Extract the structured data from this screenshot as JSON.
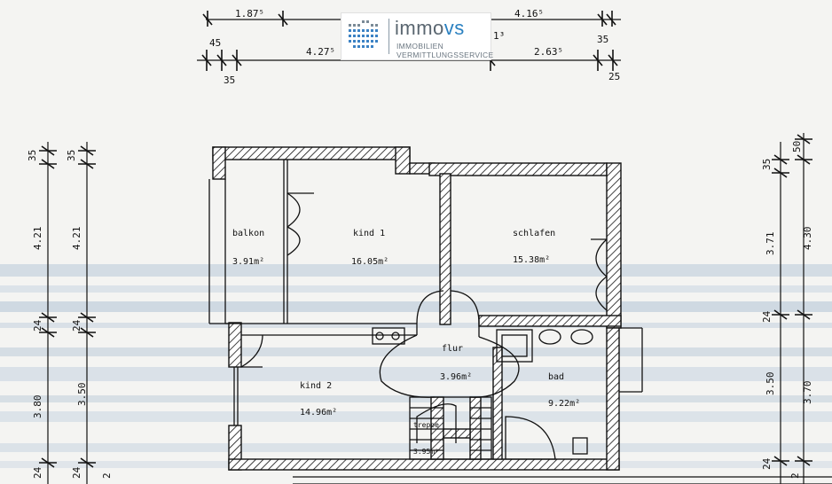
{
  "logo": {
    "name_part1": "immo",
    "name_part2": "vs",
    "line1": "IMMOBILIEN",
    "line2": "VERMITTLUNGSSERVICE",
    "brand_color": "#2a80c0",
    "text_color": "#5a6670"
  },
  "top_dims": {
    "row1": [
      "1.87⁵",
      "4.16⁵"
    ],
    "row2": [
      "45",
      "4.27⁵",
      "1³",
      "35",
      "2.63⁵"
    ],
    "row3": [
      "35",
      "25"
    ]
  },
  "left_dims": {
    "outer": [
      "35",
      "4.21",
      "24",
      "3.80",
      "24"
    ],
    "inner": [
      "35",
      "4.21",
      "24",
      "3.50",
      "24",
      "2"
    ]
  },
  "right_dims": {
    "inner": [
      "35",
      "3.71",
      "24",
      "3.50",
      "24",
      "2"
    ],
    "outer": [
      "50",
      "4.30",
      "3.70"
    ]
  },
  "rooms": [
    {
      "name": "balkon",
      "area": "3.91m²"
    },
    {
      "name": "kind 1",
      "area": "16.05m²"
    },
    {
      "name": "schlafen",
      "area": "15.38m²"
    },
    {
      "name": "flur",
      "area": "3.96m²"
    },
    {
      "name": "kind 2",
      "area": "14.96m²"
    },
    {
      "name": "bad",
      "area": "9.22m²"
    },
    {
      "name": "treppe",
      "area": "3.95m²"
    }
  ]
}
